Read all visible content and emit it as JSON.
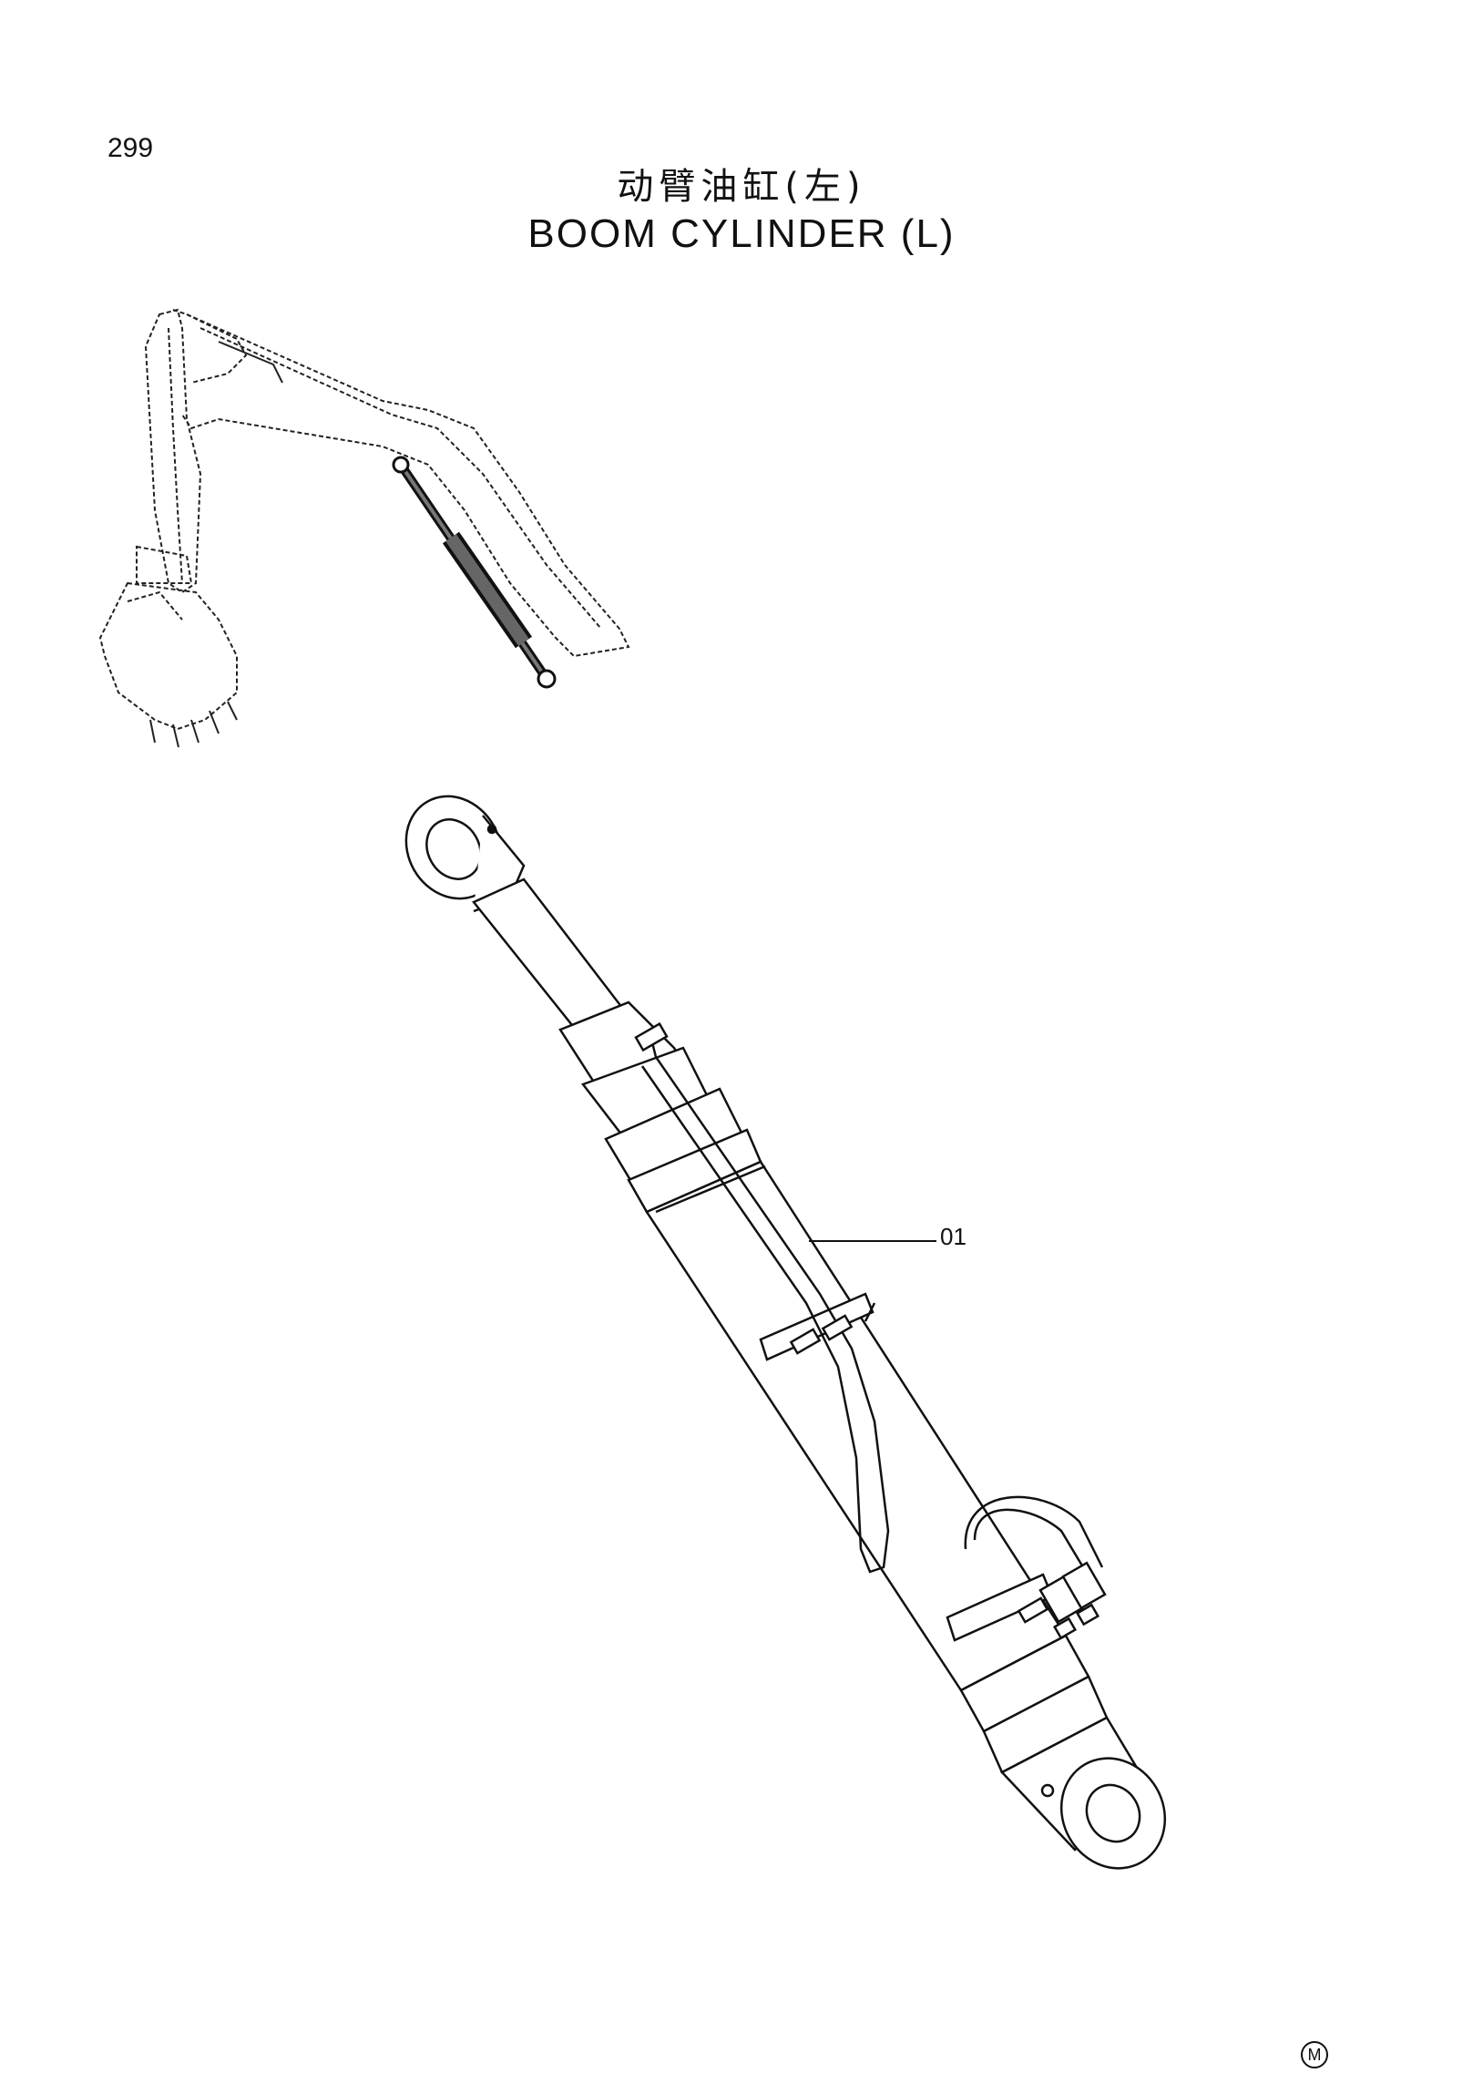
{
  "page_number": "299",
  "title_cn": "动臂油缸(左)",
  "title_en": "BOOM CYLINDER (L)",
  "parts": [
    {
      "ref": "01"
    }
  ],
  "corner_mark": "M"
}
